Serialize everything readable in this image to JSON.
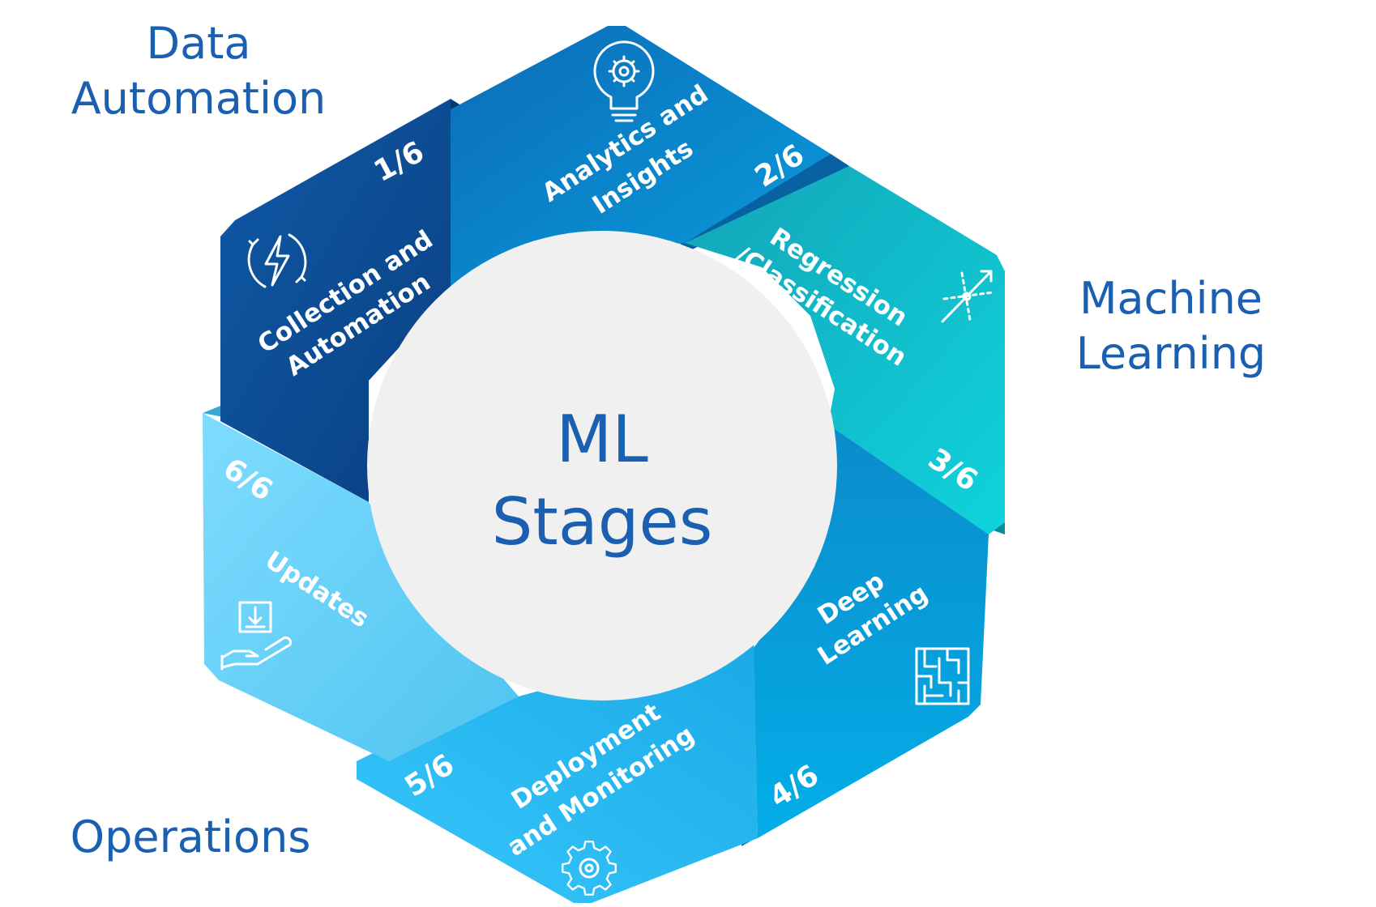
{
  "groups": {
    "data_automation": [
      "Data",
      "Automation"
    ],
    "machine_learning": [
      "Machine",
      "Learning"
    ],
    "operations": [
      "Operations"
    ]
  },
  "center": {
    "line1": "ML",
    "line2": "Stages"
  },
  "stages": [
    {
      "number": "1/6",
      "title_lines": [
        "Collection and",
        "Automation"
      ],
      "icon": "lightning-cycle-icon",
      "color": "#0d4f98"
    },
    {
      "number": "2/6",
      "title_lines": [
        "Analytics and",
        "Insights"
      ],
      "icon": "lightbulb-gear-icon",
      "color": "#0a80c8"
    },
    {
      "number": "3/6",
      "title_lines": [
        "Regression",
        "/Classification"
      ],
      "icon": "scatter-arrow-icon",
      "color": "#16bfc9"
    },
    {
      "number": "4/6",
      "title_lines": [
        "Deep",
        "Learning"
      ],
      "icon": "maze-icon",
      "color": "#05a0e0"
    },
    {
      "number": "5/6",
      "title_lines": [
        "Deployment",
        "and Monitoring"
      ],
      "icon": "gear-icon",
      "color": "#2cbdf5"
    },
    {
      "number": "6/6",
      "title_lines": [
        "Updates"
      ],
      "icon": "hand-download-icon",
      "color": "#6fd0f7"
    }
  ]
}
